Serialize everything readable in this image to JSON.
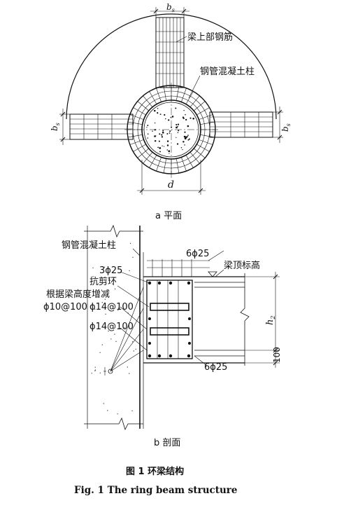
{
  "plan": {
    "label_top_rebar": "梁上部钢筋",
    "label_column": "钢管混凝土柱",
    "dim_bs_top": "b",
    "dim_bs_top_sub": "s",
    "dim_bs_left": "b",
    "dim_bs_left_sub": "s",
    "dim_bs_right": "b",
    "dim_bs_right_sub": "s",
    "dim_d": "d",
    "caption": "a  平面"
  },
  "section": {
    "label_column": "钢管混凝土柱",
    "label_top_bars": "6ϕ25",
    "label_beam_top": "梁顶标高",
    "label_3phi25": "3ϕ25",
    "label_shear_ring": "抗剪环",
    "label_adjust": "根据梁高度增减",
    "label_stirrup1": "ϕ10@100",
    "label_stirrup2": "ϕ14@100",
    "label_stirrup3": "ϕ14@100",
    "label_bottom_bars": "6ϕ25",
    "dim_h": "h",
    "dim_h_sub": "2",
    "dim_100": "100",
    "caption": "b  剖面"
  },
  "figure": {
    "caption_cn": "图 1    环梁结构",
    "caption_en": "Fig. 1    The ring beam structure"
  }
}
